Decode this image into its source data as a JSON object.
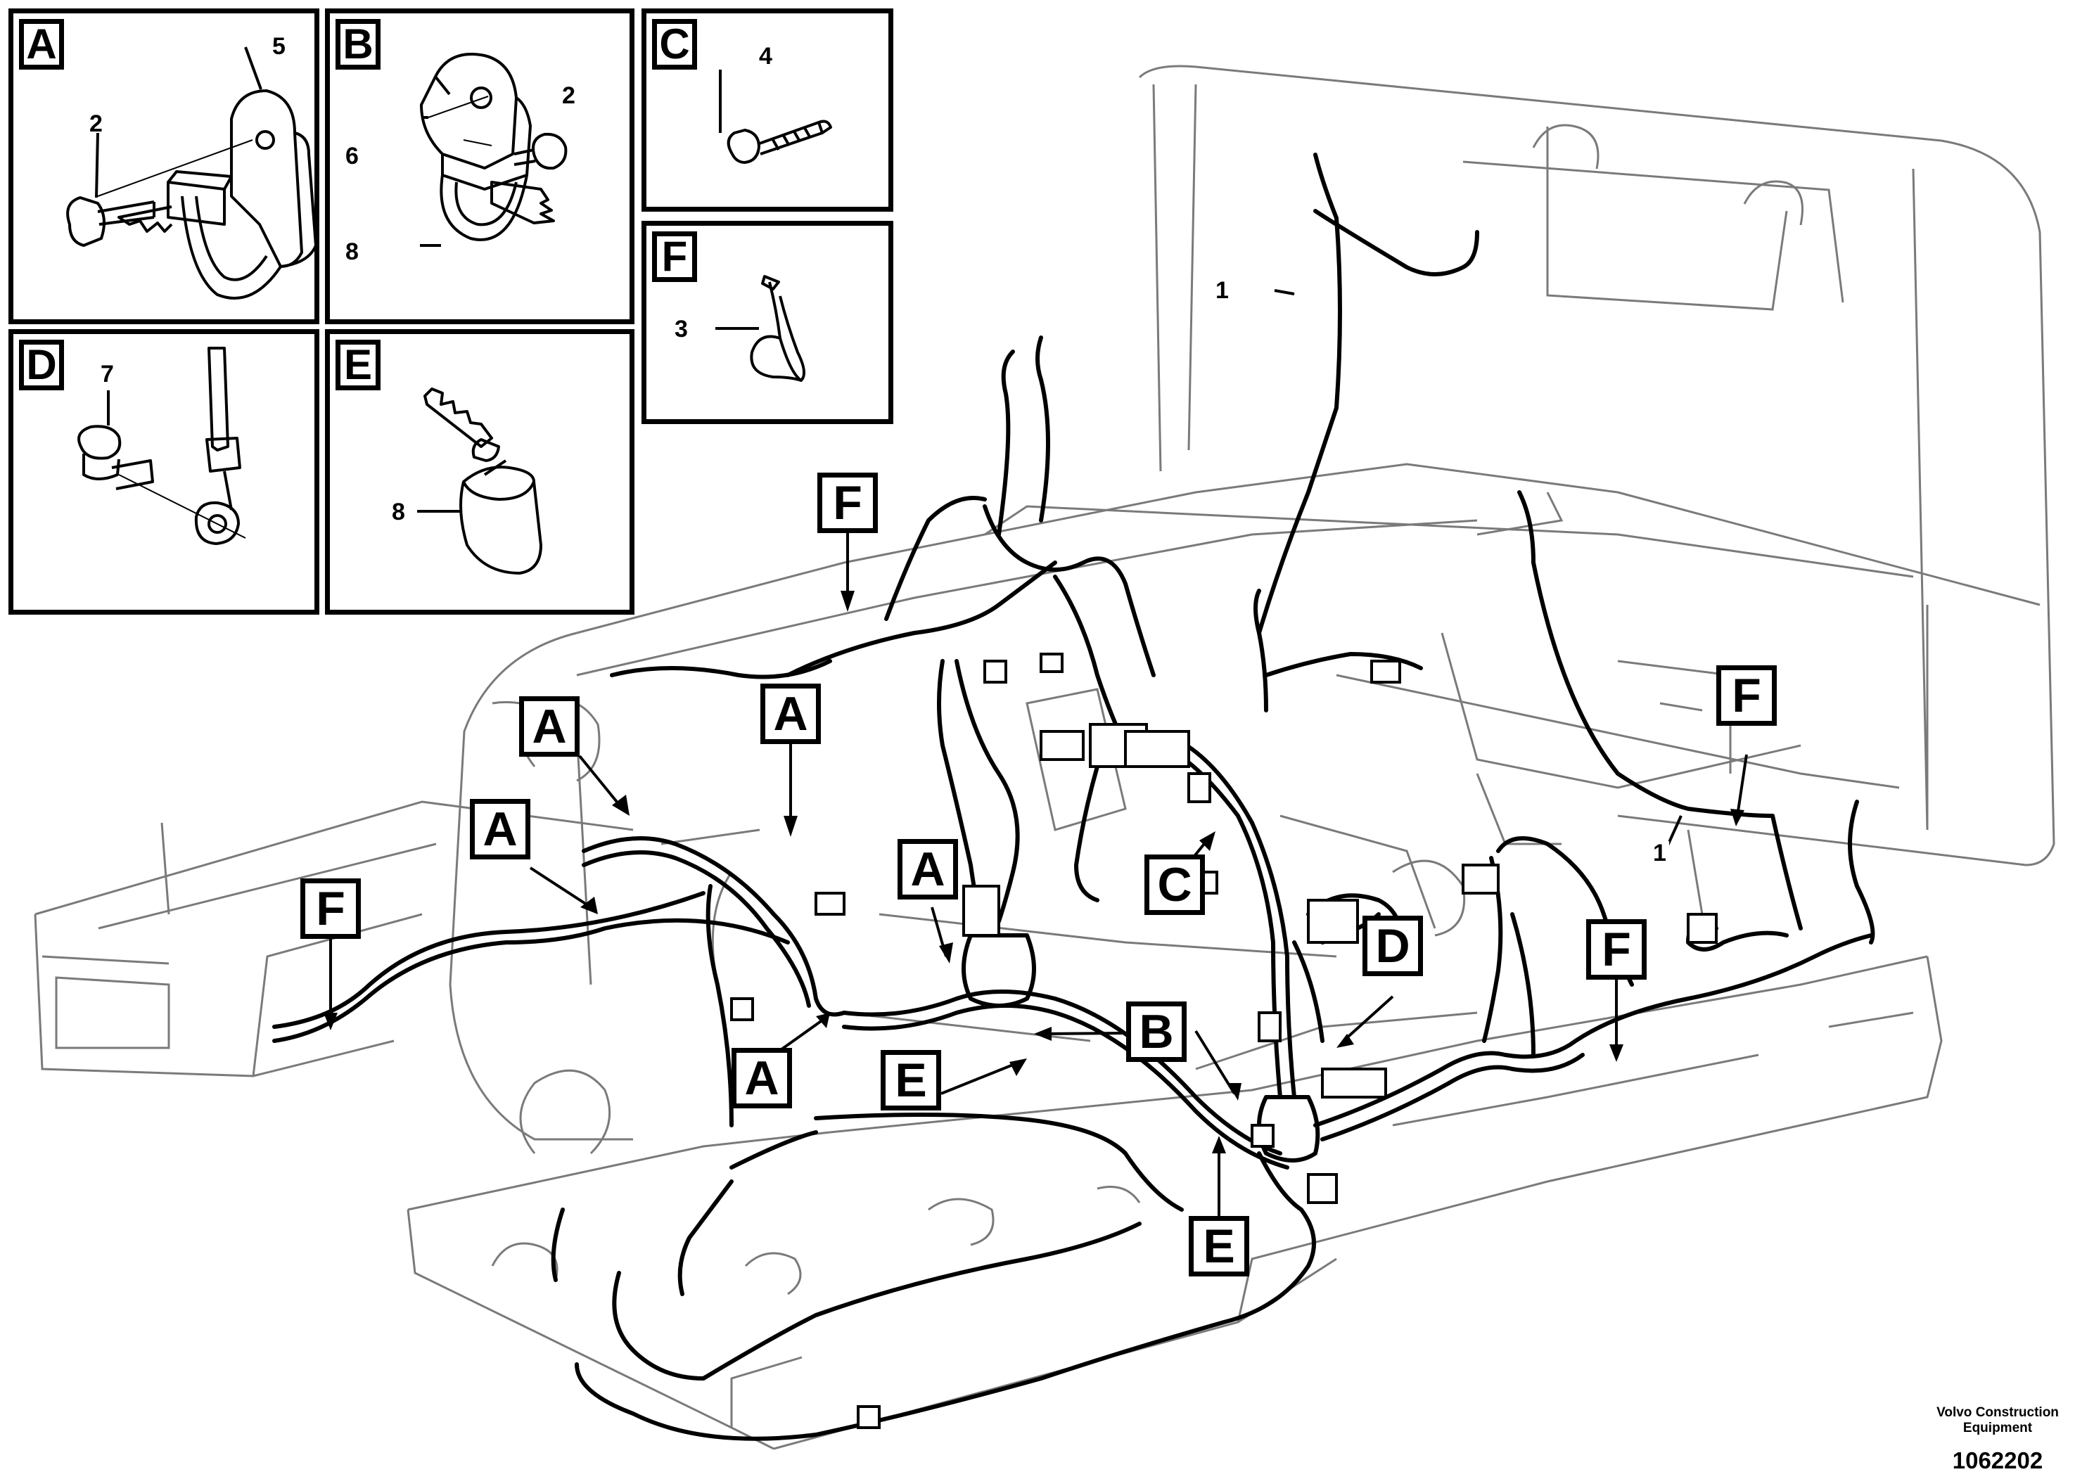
{
  "insets": [
    {
      "id": "A",
      "letter": "A",
      "part_numbers": [
        "5",
        "2"
      ]
    },
    {
      "id": "B",
      "letter": "B",
      "part_numbers": [
        "6",
        "2",
        "8"
      ]
    },
    {
      "id": "C",
      "letter": "C",
      "part_numbers": [
        "4"
      ]
    },
    {
      "id": "F",
      "letter": "F",
      "part_numbers": [
        "3"
      ]
    },
    {
      "id": "D",
      "letter": "D",
      "part_numbers": [
        "7"
      ]
    },
    {
      "id": "E",
      "letter": "E",
      "part_numbers": [
        "8"
      ]
    }
  ],
  "callouts": [
    "F",
    "A",
    "A",
    "A",
    "F",
    "A",
    "C",
    "A",
    "B",
    "E",
    "D",
    "F",
    "F",
    "E"
  ],
  "main_part_numbers": [
    "1",
    "1"
  ],
  "credit": {
    "line1": "Volvo Construction",
    "line2": "Equipment"
  },
  "document_number": "1062202"
}
